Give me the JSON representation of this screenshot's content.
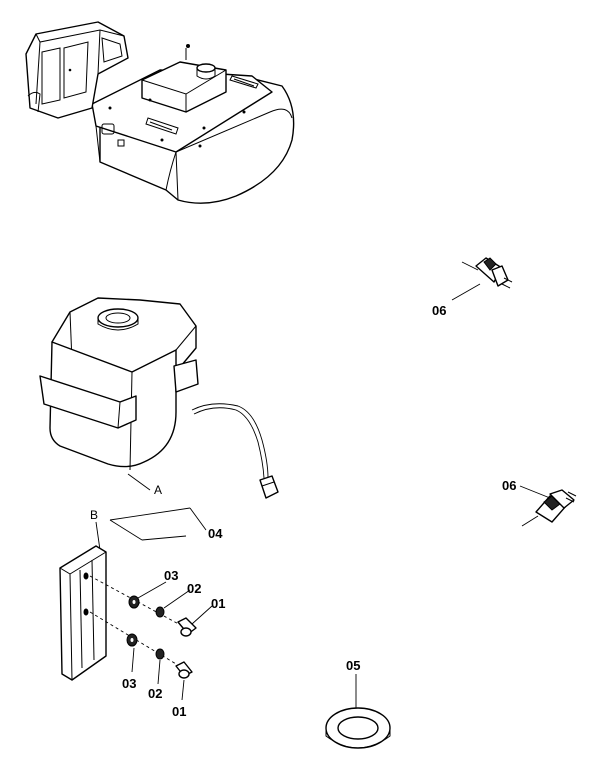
{
  "labels": {
    "ref_a": "A",
    "ref_b": "B",
    "p01": "01",
    "p02": "02",
    "p03": "03",
    "p04": "04",
    "p05": "05",
    "p06": "06"
  }
}
